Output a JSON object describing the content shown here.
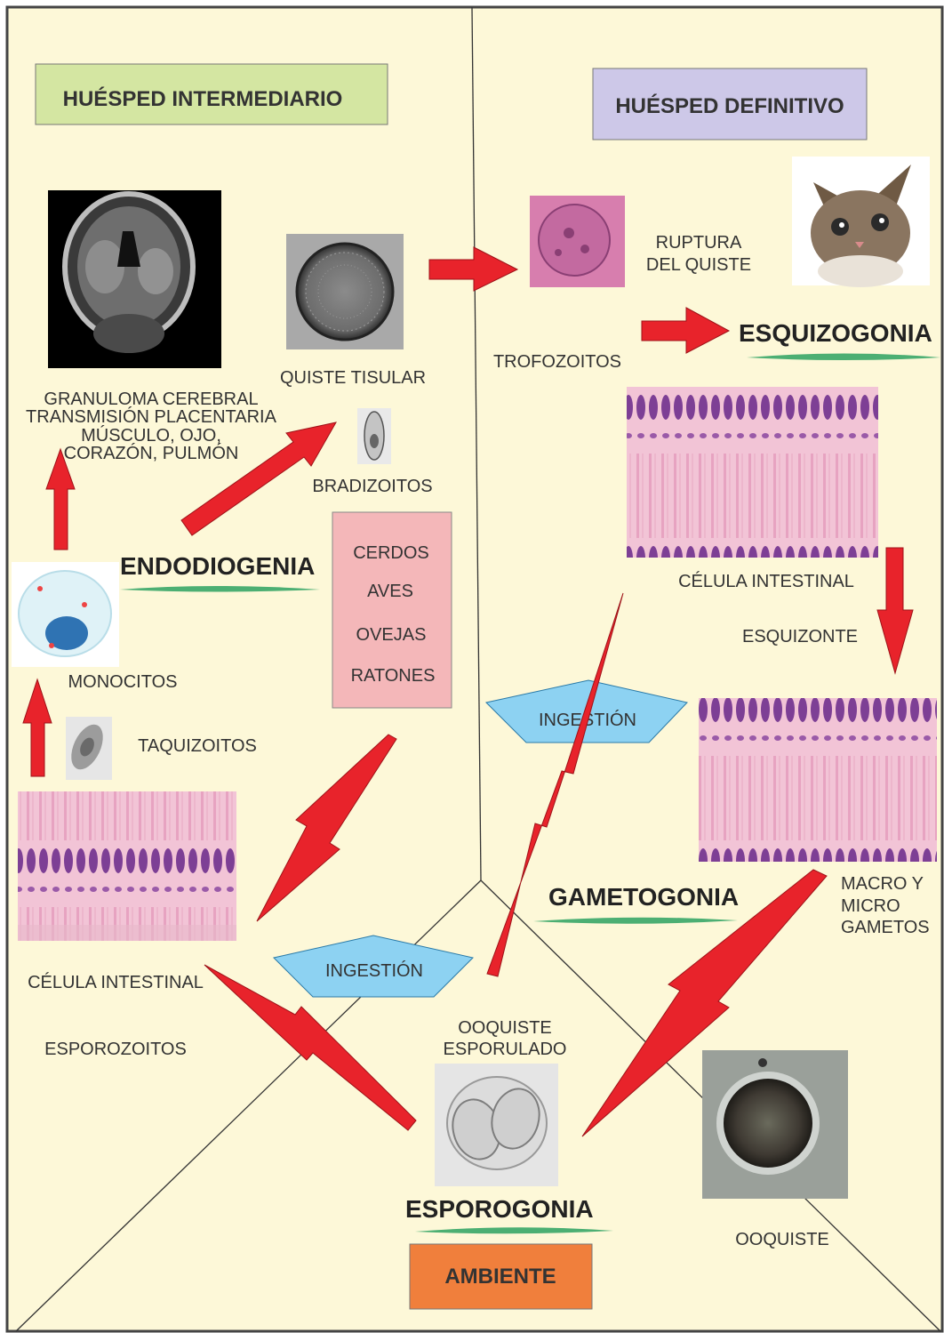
{
  "zones": {
    "intermediate_host": "HUÉSPED INTERMEDIARIO",
    "definitive_host": "HUÉSPED DEFINITIVO",
    "environment": "AMBIENTE"
  },
  "phases": {
    "endodiogenia": "ENDODIOGENIA",
    "esquizogonia": "ESQUIZOGONIA",
    "gametogonia": "GAMETOGONIA",
    "esporogonia": "ESPOROGONIA"
  },
  "labels": {
    "quiste_tisular": "QUISTE TISULAR",
    "granuloma": [
      "GRANULOMA CEREBRAL",
      "TRANSMISIÓN PLACENTARIA",
      "MÚSCULO, OJO,",
      "CORAZÓN, PULMÓN"
    ],
    "bradizoitos": "BRADIZOITOS",
    "monocitos": "MONOCITOS",
    "taquizoitos": "TAQUIZOITOS",
    "celula_intestinal_left": "CÉLULA INTESTINAL",
    "esporozoitos": "ESPOROZOITOS",
    "ruptura": [
      "RUPTURA",
      "DEL QUISTE"
    ],
    "trofozoitos": "TROFOZOITOS",
    "celula_intestinal_right": "CÉLULA INTESTINAL",
    "esquizonte": "ESQUIZONTE",
    "gametos": [
      "MACRO Y",
      "MICRO",
      "GAMETOS"
    ],
    "ooquiste_esporulado": [
      "OOQUISTE",
      "ESPORULADO"
    ],
    "ooquiste": "OOQUISTE"
  },
  "hosts": [
    "CERDOS",
    "AVES",
    "OVEJAS",
    "RATONES"
  ],
  "ingestion": {
    "left": "INGESTIÓN",
    "right": "INGESTIÓN"
  },
  "colors": {
    "background": "#fdf8d8",
    "arrow": "#e8232b",
    "intermediate_box": "#d4e6a2",
    "definitive_box": "#cdc8e8",
    "environment_box": "#f07f3c",
    "hosts_box": "#f4b7b9",
    "ingestion": "#8dd2f2",
    "underline": "#4caf73"
  }
}
